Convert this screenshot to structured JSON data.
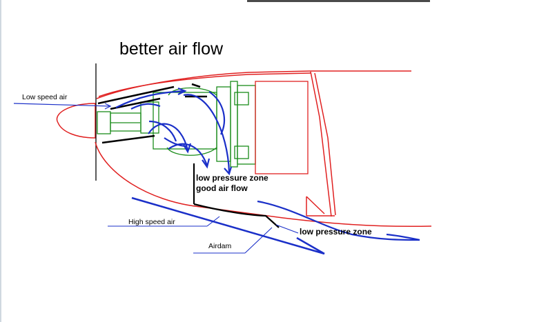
{
  "title": "better air flow",
  "labels": {
    "low_speed_air": "Low speed air",
    "high_speed_air": "High speed air",
    "airdam": "Airdam",
    "low_pressure_zone_inner": "low pressure zone",
    "good_air_flow": "good air flow",
    "low_pressure_zone_outer": "low pressure zone"
  },
  "colors": {
    "cowling": "#e02020",
    "engine": "#1a8c1a",
    "airflow": "#1a2fc8",
    "baffle": "#000000",
    "leader_line": "#1a2fc8"
  }
}
